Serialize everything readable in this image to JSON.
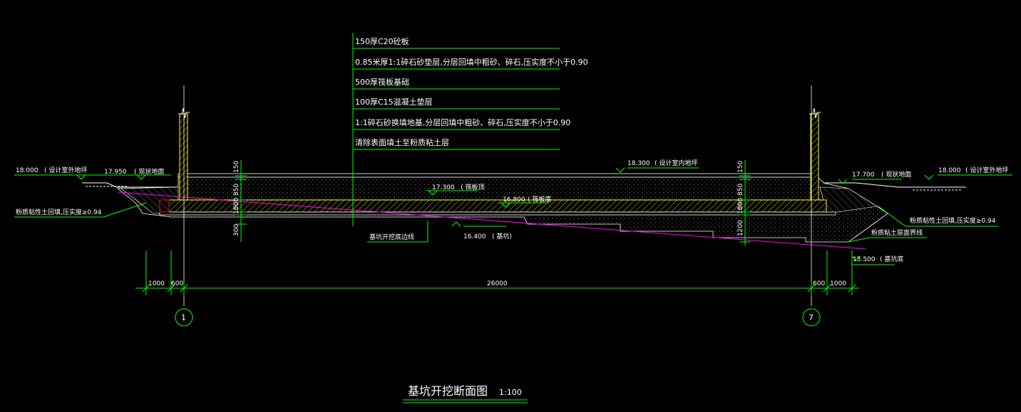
{
  "title": "基坑开挖断面图",
  "scale": "1:100",
  "layers": [
    "150厚C20砼板",
    "0.85米厚1:1碎石砂垫层,分层回填中粗砂、碎石,压实度不小于0.90",
    "500厚筏板基础",
    "100厚C15混凝土垫层",
    "1:1碎石砂换填地基,分层回填中粗砂、碎石,压实度不小于0.90",
    "清除表面填土至粉质粘土层"
  ],
  "elevations": {
    "outdoor_left": "18.000",
    "outdoor_left_label": "( 设计室外地坪",
    "ground_left": "17.950",
    "ground_left_label": "( 现状地面",
    "indoor": "18.300",
    "indoor_label": "( 设计室内地坪",
    "raft_top": "17.300",
    "raft_top_label": "( 筏板顶",
    "raft_bottom": "16.800",
    "raft_bottom_label": "( 筏板底",
    "pit_left": "16.400",
    "pit_left_label": "( 基坑)",
    "ground_right": "17.700",
    "ground_right_label": "( 现状地面",
    "outdoor_right": "18.000",
    "outdoor_right_label": "( 设计室外地坪",
    "pit_right": "15.500",
    "pit_right_label": "( 基坑底"
  },
  "notes": {
    "left_backfill": "粉质粘性土回填,压实度≥0.94",
    "right_backfill": "粉质粘性土回填,压实度≥0.94",
    "silty_clay_boundary": "粉质粘土层面界线",
    "pit_edge_line": "基坑开挖底边线"
  },
  "dims": {
    "left_vertical": [
      "150",
      "850",
      "500",
      "100",
      "300"
    ],
    "right_vertical": [
      "150",
      "850",
      "500",
      "100",
      "1200"
    ],
    "horizontal": [
      "1000",
      "600",
      "26000",
      "600",
      "1000"
    ]
  },
  "axes": [
    "1",
    "7"
  ],
  "colors": {
    "background": "#000000",
    "green": "#00ff00",
    "white": "#ffffff",
    "yellow": "#ffff00",
    "magenta": "#ff00ff",
    "red": "#ff0000"
  }
}
